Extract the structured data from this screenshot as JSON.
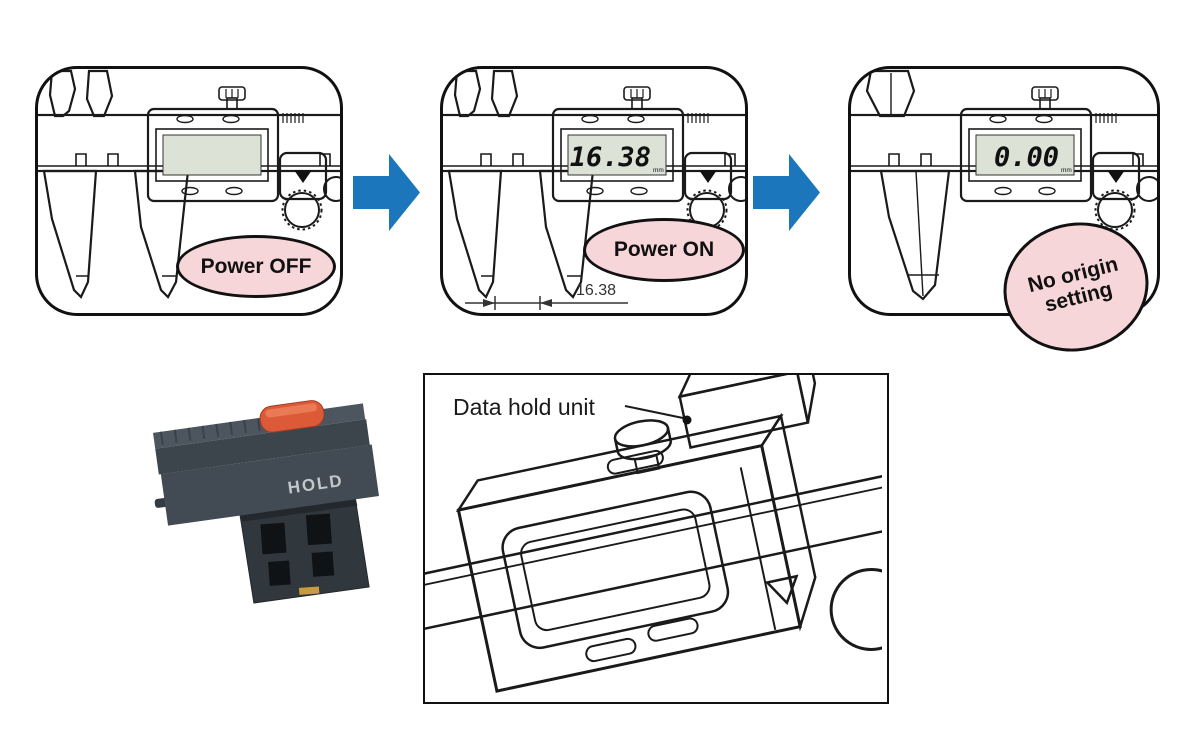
{
  "figure": {
    "steps": [
      {
        "badge": "Power OFF",
        "lcd": "",
        "lcd_unit": ""
      },
      {
        "badge": "Power ON",
        "lcd": "16.38",
        "lcd_unit": "mm",
        "dimension_label": "16.38"
      },
      {
        "badge_line1": "No origin",
        "badge_line2": "setting",
        "lcd": "0.00",
        "lcd_unit": "mm"
      }
    ],
    "hold_unit_label": "HOLD",
    "diagram_caption": "Data hold unit",
    "colors": {
      "arrow_blue": "#1c76bb",
      "badge_pink": "#f7d6da",
      "caliper_body": "#ece9e3",
      "lcd_bezel": "#5d685f",
      "lcd_screen": "#dde2d7",
      "hold_unit_body": "#424b53",
      "hold_button_orange": "#dd5a39"
    }
  }
}
